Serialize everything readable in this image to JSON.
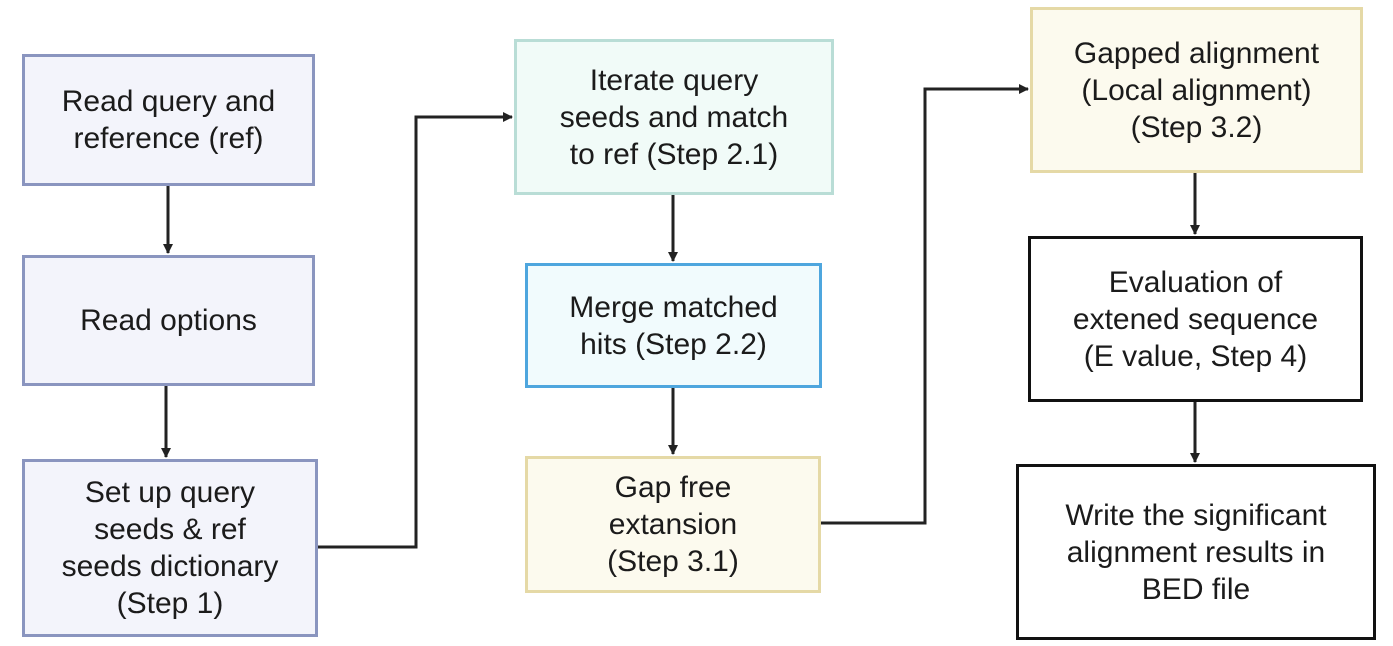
{
  "diagram": {
    "nodes": {
      "read_input": "Read query and\nreference (ref)",
      "read_options": "Read options",
      "setup_seeds": "Set up query\nseeds & ref\nseeds dictionary\n(Step 1)",
      "iterate_seeds": "Iterate query\nseeds and match\nto ref (Step 2.1)",
      "merge_hits": "Merge matched\nhits (Step 2.2)",
      "gap_free": "Gap free\nextansion\n(Step 3.1)",
      "gapped_alignment": "Gapped alignment\n(Local alignment)\n(Step 3.2)",
      "evaluation": "Evaluation of\nextened sequence\n(E value, Step 4)",
      "write_results": "Write the significant\nalignment results in\nBED file"
    },
    "colors": {
      "lavender_fill": "#f3f4fb",
      "lavender_border": "#8a95bf",
      "mint_fill": "#f1fbf8",
      "mint_border": "#b9ddd6",
      "sky_fill": "#f1fbfd",
      "sky_border": "#4ea6de",
      "cream_fill": "#fcfaee",
      "cream_border": "#e5d9a6",
      "plain_border": "#111111",
      "connector": "#222222"
    }
  }
}
